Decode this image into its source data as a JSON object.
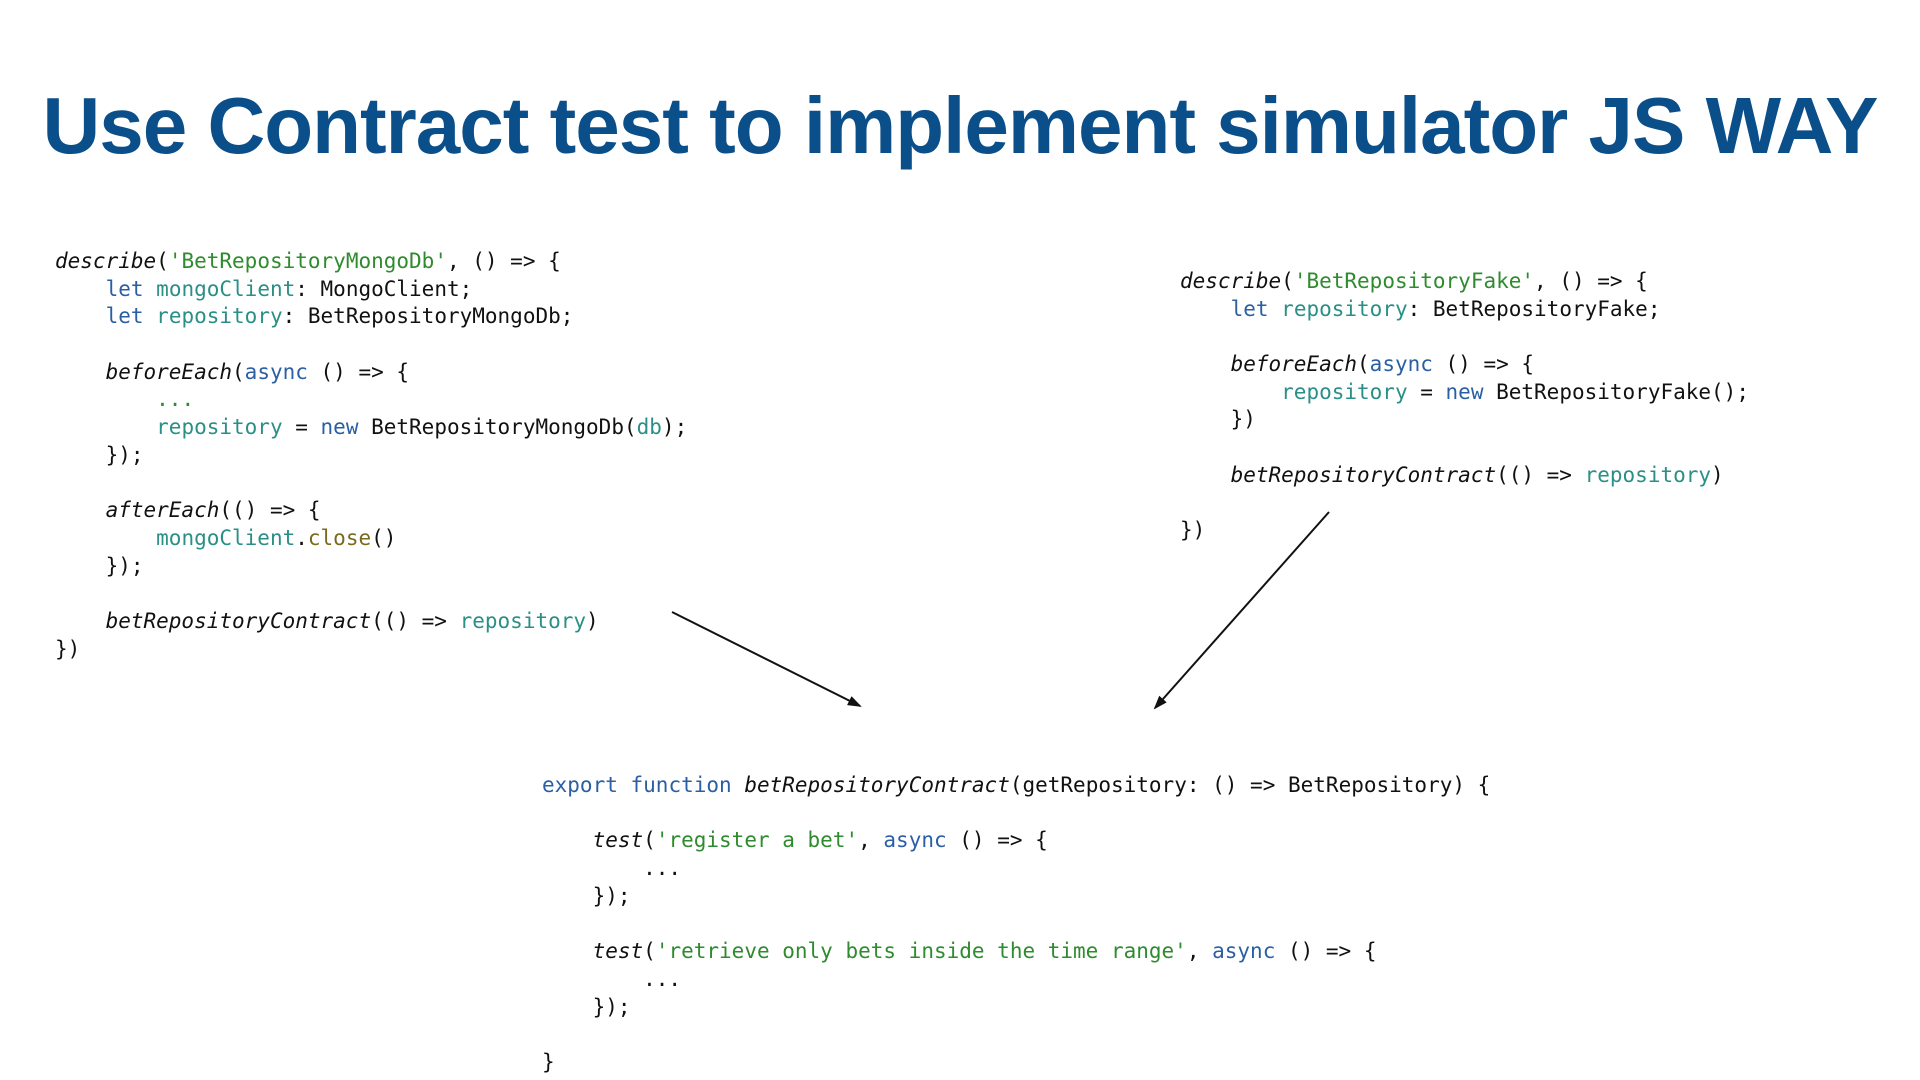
{
  "slide": {
    "title": "Use Contract test to implement simulator JS WAY"
  },
  "colors": {
    "title": "#0b4f8a",
    "keyword": "#2b5fa5",
    "string": "#2e8b2e",
    "variable": "#2a8f86",
    "method": "#7a6a1e"
  },
  "code_blocks": [
    {
      "id": "block-mongo",
      "name": "code-block-mongodb-test",
      "lines": [
        [
          [
            "fn",
            "describe"
          ],
          [
            "plain",
            "("
          ],
          [
            "str",
            "'BetRepositoryMongoDb'"
          ],
          [
            "plain",
            ", () => {"
          ]
        ],
        [
          [
            "plain",
            "    "
          ],
          [
            "kw",
            "let"
          ],
          [
            "plain",
            " "
          ],
          [
            "var",
            "mongoClient"
          ],
          [
            "plain",
            ": MongoClient;"
          ]
        ],
        [
          [
            "plain",
            "    "
          ],
          [
            "kw",
            "let"
          ],
          [
            "plain",
            " "
          ],
          [
            "var",
            "repository"
          ],
          [
            "plain",
            ": BetRepositoryMongoDb;"
          ]
        ],
        [],
        [
          [
            "plain",
            "    "
          ],
          [
            "fn",
            "beforeEach"
          ],
          [
            "plain",
            "("
          ],
          [
            "kw",
            "async"
          ],
          [
            "plain",
            " () => {"
          ]
        ],
        [
          [
            "plain",
            "        "
          ],
          [
            "str",
            "..."
          ]
        ],
        [
          [
            "plain",
            "        "
          ],
          [
            "var",
            "repository"
          ],
          [
            "plain",
            " = "
          ],
          [
            "kw",
            "new"
          ],
          [
            "plain",
            " BetRepositoryMongoDb("
          ],
          [
            "var",
            "db"
          ],
          [
            "plain",
            ");"
          ]
        ],
        [
          [
            "plain",
            "    });"
          ]
        ],
        [],
        [
          [
            "plain",
            "    "
          ],
          [
            "fn",
            "afterEach"
          ],
          [
            "plain",
            "(() => {"
          ]
        ],
        [
          [
            "plain",
            "        "
          ],
          [
            "var",
            "mongoClient"
          ],
          [
            "plain",
            "."
          ],
          [
            "meth",
            "close"
          ],
          [
            "plain",
            "()"
          ]
        ],
        [
          [
            "plain",
            "    });"
          ]
        ],
        [],
        [
          [
            "plain",
            "    "
          ],
          [
            "fn",
            "betRepositoryContract"
          ],
          [
            "plain",
            "(() => "
          ],
          [
            "var",
            "repository"
          ],
          [
            "plain",
            ")"
          ]
        ],
        [
          [
            "plain",
            "})"
          ]
        ]
      ]
    },
    {
      "id": "block-fake",
      "name": "code-block-fake-test",
      "lines": [
        [
          [
            "fn",
            "describe"
          ],
          [
            "plain",
            "("
          ],
          [
            "str",
            "'BetRepositoryFake'"
          ],
          [
            "plain",
            ", () => {"
          ]
        ],
        [
          [
            "plain",
            "    "
          ],
          [
            "kw",
            "let"
          ],
          [
            "plain",
            " "
          ],
          [
            "var",
            "repository"
          ],
          [
            "plain",
            ": BetRepositoryFake;"
          ]
        ],
        [],
        [
          [
            "plain",
            "    "
          ],
          [
            "fn",
            "beforeEach"
          ],
          [
            "plain",
            "("
          ],
          [
            "kw",
            "async"
          ],
          [
            "plain",
            " () => {"
          ]
        ],
        [
          [
            "plain",
            "        "
          ],
          [
            "var",
            "repository"
          ],
          [
            "plain",
            " = "
          ],
          [
            "kw",
            "new"
          ],
          [
            "plain",
            " BetRepositoryFake();"
          ]
        ],
        [
          [
            "plain",
            "    })"
          ]
        ],
        [],
        [
          [
            "plain",
            "    "
          ],
          [
            "fn",
            "betRepositoryContract"
          ],
          [
            "plain",
            "(() => "
          ],
          [
            "var",
            "repository"
          ],
          [
            "plain",
            ")"
          ]
        ],
        [],
        [
          [
            "plain",
            "})"
          ]
        ]
      ]
    },
    {
      "id": "block-contract",
      "name": "code-block-contract",
      "lines": [
        [
          [
            "kw",
            "export"
          ],
          [
            "plain",
            " "
          ],
          [
            "kw",
            "function"
          ],
          [
            "plain",
            " "
          ],
          [
            "fn",
            "betRepositoryContract"
          ],
          [
            "plain",
            "(getRepository: () => BetRepository) {"
          ]
        ],
        [],
        [
          [
            "plain",
            "    "
          ],
          [
            "fn",
            "test"
          ],
          [
            "plain",
            "("
          ],
          [
            "str",
            "'register a bet'"
          ],
          [
            "plain",
            ", "
          ],
          [
            "kw",
            "async"
          ],
          [
            "plain",
            " () => {"
          ]
        ],
        [
          [
            "plain",
            "        ..."
          ]
        ],
        [
          [
            "plain",
            "    });"
          ]
        ],
        [],
        [
          [
            "plain",
            "    "
          ],
          [
            "fn",
            "test"
          ],
          [
            "plain",
            "("
          ],
          [
            "str",
            "'retrieve only bets inside the time range'"
          ],
          [
            "plain",
            ", "
          ],
          [
            "kw",
            "async"
          ],
          [
            "plain",
            " () => {"
          ]
        ],
        [
          [
            "plain",
            "        ..."
          ]
        ],
        [
          [
            "plain",
            "    });"
          ]
        ],
        [],
        [
          [
            "plain",
            "}"
          ]
        ]
      ]
    }
  ]
}
